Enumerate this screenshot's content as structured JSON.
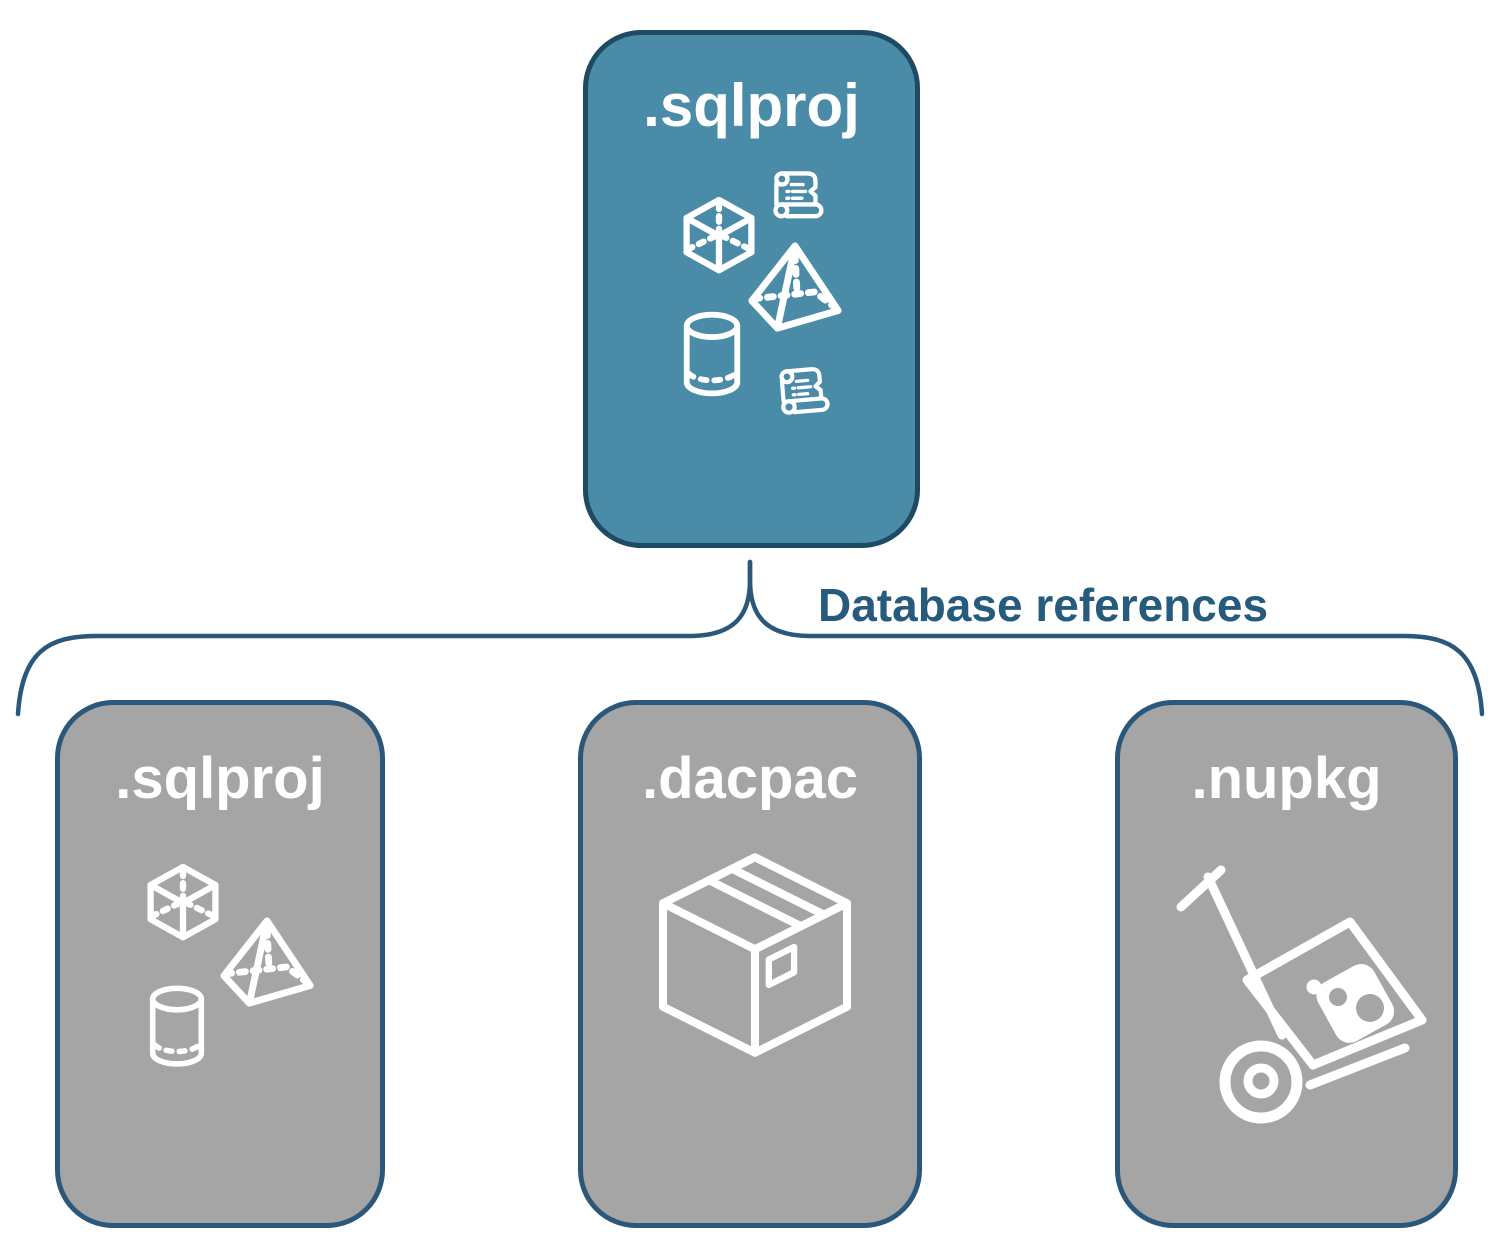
{
  "diagram": {
    "root_box": {
      "label": ".sqlproj",
      "icons": [
        "cube-icon",
        "scroll-icon",
        "pyramid-icon",
        "cylinder-icon",
        "scroll-icon"
      ]
    },
    "connector": {
      "label": "Database references"
    },
    "child_boxes": [
      {
        "label": ".sqlproj",
        "icons": [
          "cube-icon",
          "pyramid-icon",
          "cylinder-icon"
        ]
      },
      {
        "label": ".dacpac",
        "icons": [
          "package-box-icon"
        ]
      },
      {
        "label": ".nupkg",
        "icons": [
          "nuget-hand-truck-icon"
        ]
      }
    ]
  },
  "theme": {
    "background": "#FFFFFF",
    "root_fill": "#4A8BA8",
    "root_border": "#1F4A63",
    "child_fill": "#A5A5A5",
    "child_border": "#2B587A",
    "connector_color": "#2B587A",
    "label_color": "#275B7E",
    "icon_color": "#FFFFFF",
    "title_color": "#FFFFFF"
  }
}
